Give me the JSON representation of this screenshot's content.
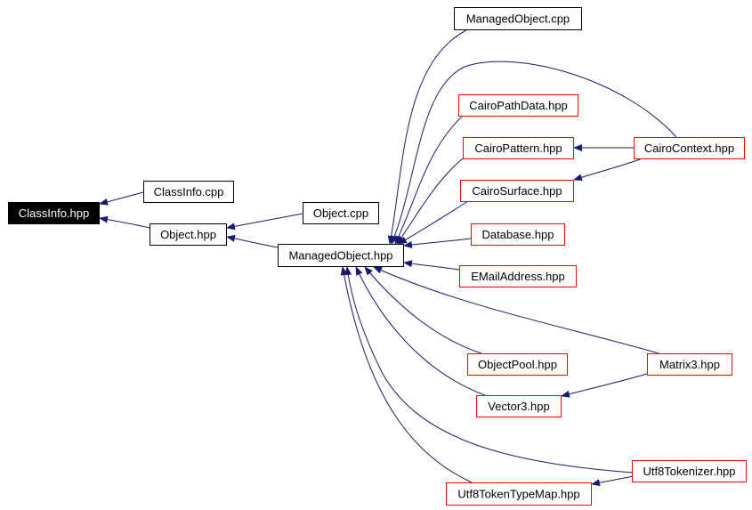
{
  "nodes": [
    {
      "id": "classinfo_hpp",
      "label": "ClassInfo.hpp",
      "style": "root"
    },
    {
      "id": "classinfo_cpp",
      "label": "ClassInfo.cpp",
      "style": "normal"
    },
    {
      "id": "object_hpp",
      "label": "Object.hpp",
      "style": "normal"
    },
    {
      "id": "object_cpp",
      "label": "Object.cpp",
      "style": "normal"
    },
    {
      "id": "managedobject_hpp",
      "label": "ManagedObject.hpp",
      "style": "normal"
    },
    {
      "id": "managedobject_cpp",
      "label": "ManagedObject.cpp",
      "style": "normal"
    },
    {
      "id": "cairopathdata_hpp",
      "label": "CairoPathData.hpp",
      "style": "red"
    },
    {
      "id": "cairopattern_hpp",
      "label": "CairoPattern.hpp",
      "style": "red"
    },
    {
      "id": "cairocontext_hpp",
      "label": "CairoContext.hpp",
      "style": "red"
    },
    {
      "id": "cairosurface_hpp",
      "label": "CairoSurface.hpp",
      "style": "red"
    },
    {
      "id": "database_hpp",
      "label": "Database.hpp",
      "style": "red"
    },
    {
      "id": "emailaddress_hpp",
      "label": "EMailAddress.hpp",
      "style": "red"
    },
    {
      "id": "objectpool_hpp",
      "label": "ObjectPool.hpp",
      "style": "red"
    },
    {
      "id": "matrix3_hpp",
      "label": "Matrix3.hpp",
      "style": "red"
    },
    {
      "id": "vector3_hpp",
      "label": "Vector3.hpp",
      "style": "red"
    },
    {
      "id": "utf8tokenizer_hpp",
      "label": "Utf8Tokenizer.hpp",
      "style": "red"
    },
    {
      "id": "utf8tokentypemap_hpp",
      "label": "Utf8TokenTypeMap.hpp",
      "style": "red"
    }
  ],
  "edges": [
    {
      "from": "classinfo_cpp",
      "to": "classinfo_hpp"
    },
    {
      "from": "object_hpp",
      "to": "classinfo_hpp"
    },
    {
      "from": "object_cpp",
      "to": "object_hpp"
    },
    {
      "from": "managedobject_hpp",
      "to": "object_hpp"
    },
    {
      "from": "managedobject_cpp",
      "to": "managedobject_hpp"
    },
    {
      "from": "cairocontext_hpp",
      "to": "managedobject_hpp"
    },
    {
      "from": "cairopathdata_hpp",
      "to": "managedobject_hpp"
    },
    {
      "from": "cairopattern_hpp",
      "to": "managedobject_hpp"
    },
    {
      "from": "cairosurface_hpp",
      "to": "managedobject_hpp"
    },
    {
      "from": "database_hpp",
      "to": "managedobject_hpp"
    },
    {
      "from": "emailaddress_hpp",
      "to": "managedobject_hpp"
    },
    {
      "from": "matrix3_hpp",
      "to": "managedobject_hpp"
    },
    {
      "from": "objectpool_hpp",
      "to": "managedobject_hpp"
    },
    {
      "from": "vector3_hpp",
      "to": "managedobject_hpp"
    },
    {
      "from": "utf8tokenizer_hpp",
      "to": "managedobject_hpp"
    },
    {
      "from": "utf8tokentypemap_hpp",
      "to": "managedobject_hpp"
    },
    {
      "from": "cairocontext_hpp",
      "to": "cairopattern_hpp"
    },
    {
      "from": "cairocontext_hpp",
      "to": "cairosurface_hpp"
    },
    {
      "from": "matrix3_hpp",
      "to": "vector3_hpp"
    },
    {
      "from": "utf8tokenizer_hpp",
      "to": "utf8tokentypemap_hpp"
    }
  ],
  "colors": {
    "edge": "#191970",
    "red_border": "#ff0000",
    "normal_border": "#000000",
    "root_fill": "#000000",
    "root_text": "#ffffff",
    "text": "#000000"
  }
}
